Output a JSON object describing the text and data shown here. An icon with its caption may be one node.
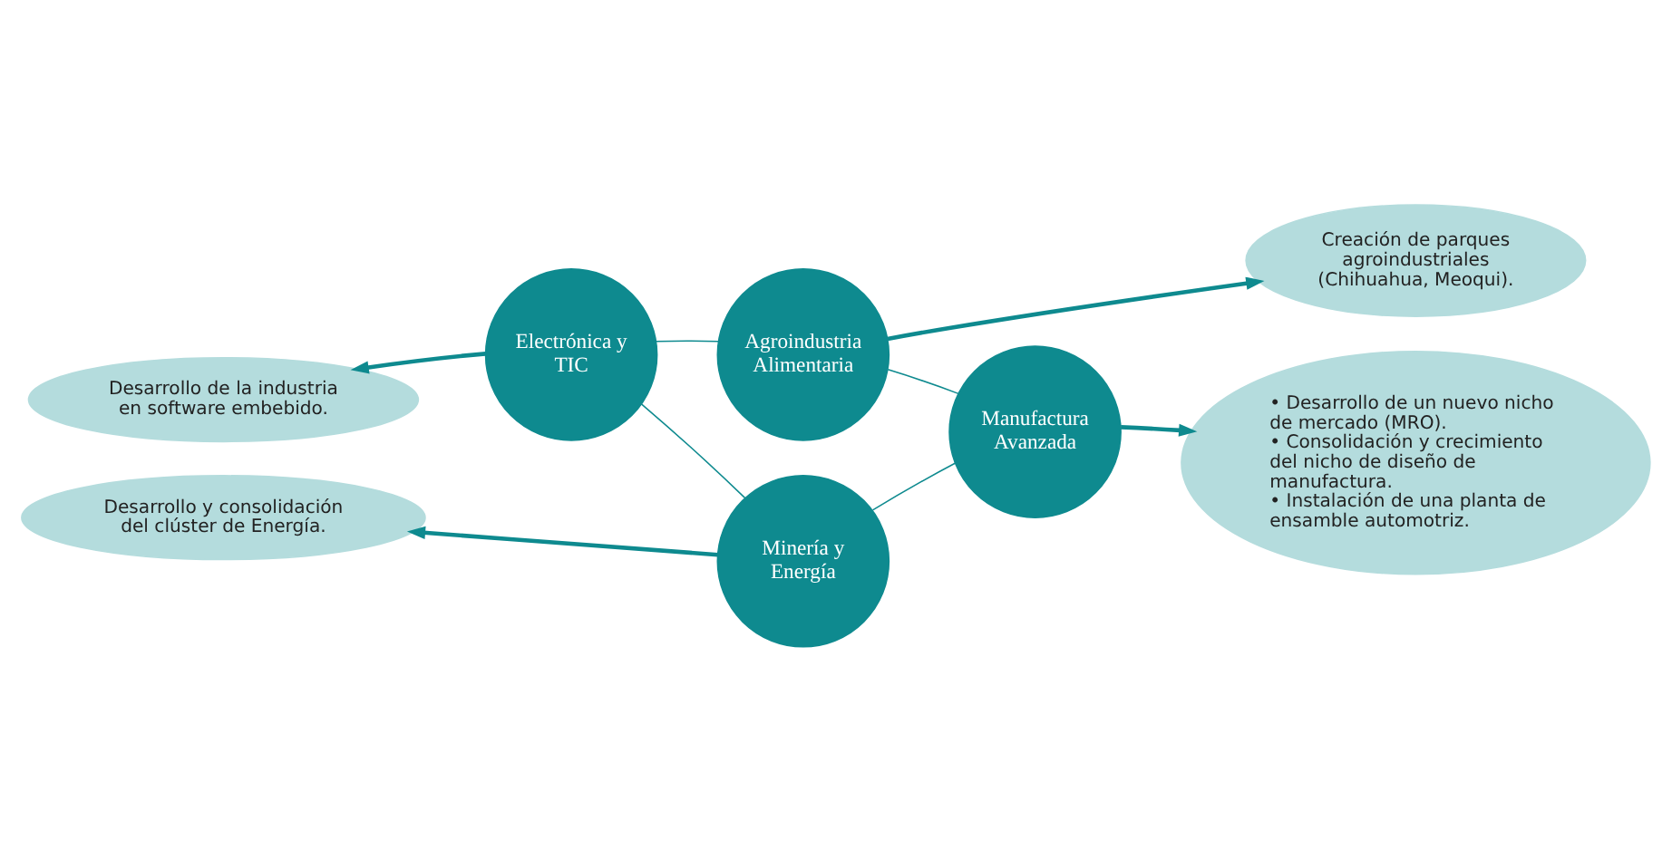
{
  "diagram": {
    "nodes": [
      {
        "text": [
          "Desarrollo de la industria en software embebido."
        ]
      },
      {
        "text": [
          "Agroindustria Alimentaria"
        ]
      },
      {
        "text": [
          "Creación de parques agroindustriales (Chihuahua, Meoqui)."
        ]
      },
      {
        "text": [
          "Electrónica y TIC"
        ]
      },
      {
        "text": [
          "Manufactura Avanzada"
        ]
      },
      {
        "text": [
          "Desarrollo y consolidación del clúster de Energía."
        ]
      },
      {
        "text": [
          "Minería y Energía"
        ]
      },
      {
        "text": [
          "• Desarrollo de un nuevo nicho de mercado (MRO).",
          "• Consolidación y crecimiento del nicho de diseño de manufactura.",
          "• Instalación de una planta de ensamble automotriz."
        ]
      }
    ],
    "edges": [
      {
        "from": 3,
        "to": 1,
        "arrow": "none"
      },
      {
        "from": 1,
        "to": 4,
        "arrow": "none"
      },
      {
        "from": 4,
        "to": 6,
        "arrow": "none"
      },
      {
        "from": 6,
        "to": 3,
        "arrow": "none"
      },
      {
        "from": 1,
        "to": 2,
        "arrow": "to",
        "style": "thick"
      },
      {
        "from": 3,
        "to": 0,
        "arrow": "to",
        "style": "thick"
      },
      {
        "from": 4,
        "to": 7,
        "arrow": "to",
        "style": "thick"
      },
      {
        "from": 6,
        "to": 5,
        "arrow": "to",
        "style": "thick"
      }
    ]
  }
}
